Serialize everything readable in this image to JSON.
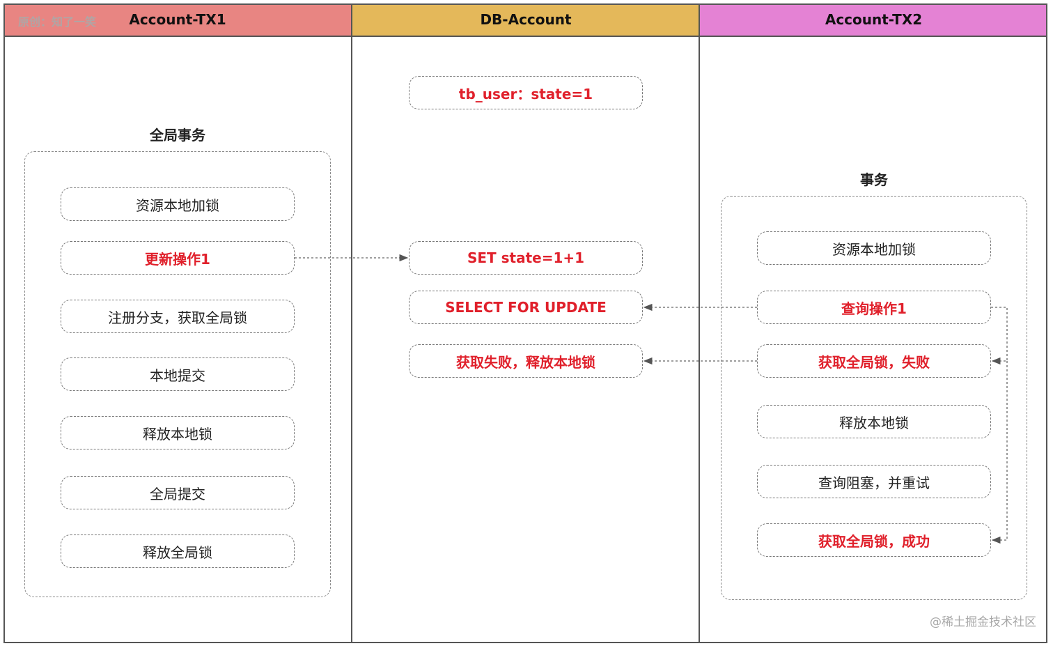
{
  "lanes": [
    {
      "title": "Account-TX1",
      "color": "#e88582"
    },
    {
      "title": "DB-Account",
      "color": "#e4b85a"
    },
    {
      "title": "Account-TX2",
      "color": "#e482d4"
    }
  ],
  "watermark_top": "原创：知了一笑",
  "watermark_bottom": "@稀土掘金技术社区",
  "tx1": {
    "group_title": "全局事务",
    "steps": [
      "资源本地加锁",
      "更新操作1",
      "注册分支，获取全局锁",
      "本地提交",
      "释放本地锁",
      "全局提交",
      "释放全局锁"
    ]
  },
  "db": {
    "steps": [
      "tb_user：state=1",
      "SET state=1+1",
      "SELECT FOR UPDATE",
      "获取失败，释放本地锁"
    ]
  },
  "tx2": {
    "group_title": "事务",
    "steps": [
      "资源本地加锁",
      "查询操作1",
      "获取全局锁，失败",
      "释放本地锁",
      "查询阻塞，并重试",
      "获取全局锁，成功"
    ]
  },
  "colors": {
    "highlight": "#e0202b",
    "border": "#555555",
    "dashed": "#777777"
  }
}
